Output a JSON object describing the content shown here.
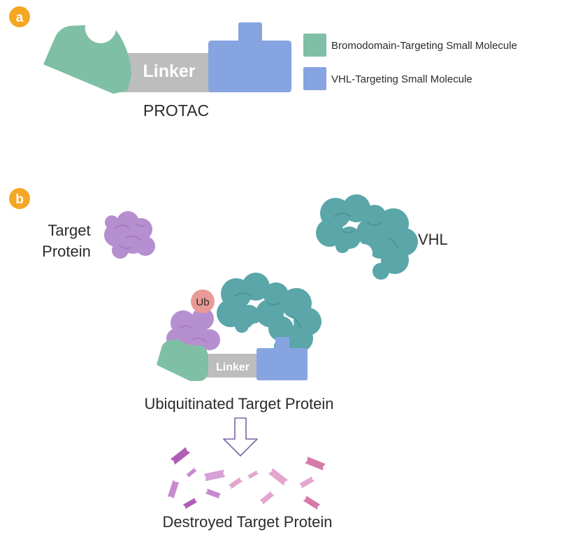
{
  "panel_a": {
    "badge": "a",
    "linker_label": "Linker",
    "molecule_label": "PROTAC",
    "legend": [
      {
        "label": "Bromodomain-Targeting Small Molecule",
        "color": "#7fbfa6"
      },
      {
        "label": "VHL-Targeting Small Molecule",
        "color": "#86a4e0"
      }
    ]
  },
  "panel_b": {
    "badge": "b",
    "target_label_line1": "Target",
    "target_label_line2": "Protein",
    "vhl_label": "VHL",
    "ub_label": "Ub",
    "complex_linker_label": "Linker",
    "ubiquitinated_label": "Ubiquitinated Target Protein",
    "destroyed_label": "Destroyed Target Protein"
  },
  "colors": {
    "badge": "#f5a623",
    "bromodomain": "#7fbfa6",
    "vhl_ligand": "#86a4e0",
    "linker": "#bdbdbd",
    "target_protein": "#b58fcf",
    "vhl_protein": "#5aa6a8",
    "ubiquitin": "#e99a96",
    "arrow": "#7d63a6"
  }
}
